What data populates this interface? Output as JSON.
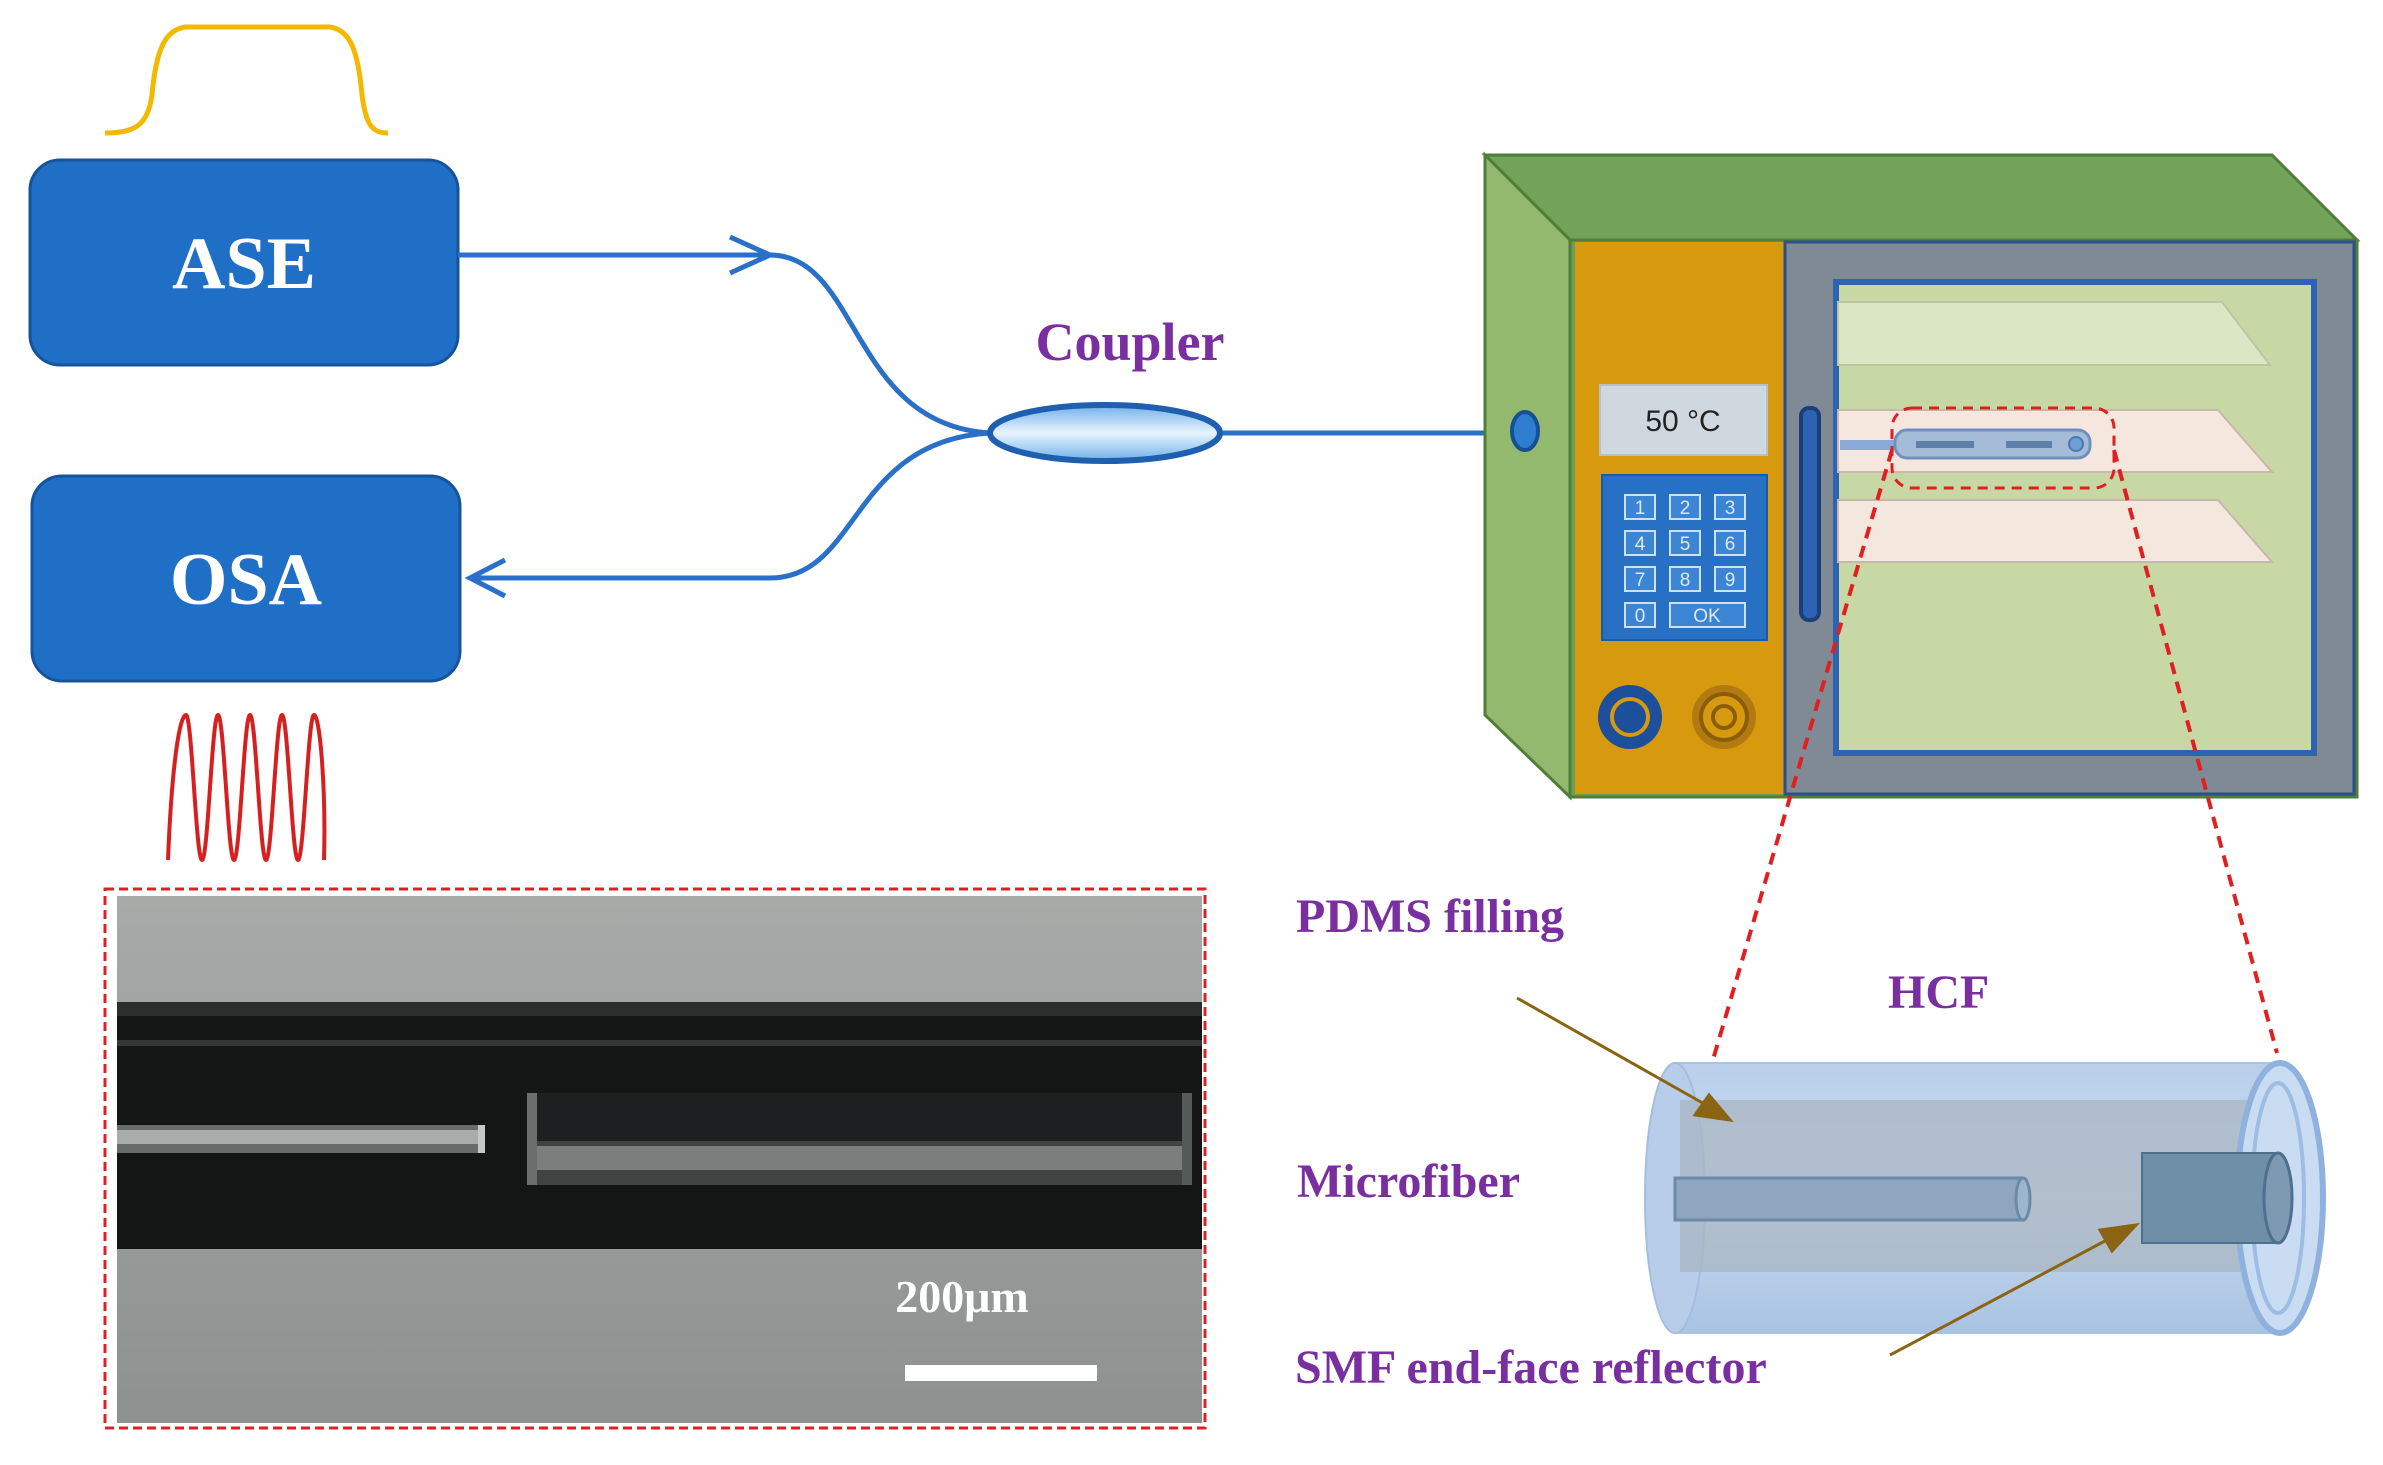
{
  "labels": {
    "ase": "ASE",
    "osa": "OSA",
    "coupler": "Coupler",
    "oven_display": "50 °C",
    "pdms": "PDMS filling",
    "hcf": "HCF",
    "microfiber": "Microfiber",
    "smf": "SMF end-face reflector",
    "scale": "200μm"
  },
  "keypad": {
    "keys": [
      "1",
      "2",
      "3",
      "4",
      "5",
      "6",
      "7",
      "8",
      "9",
      "0",
      "OK"
    ]
  },
  "colors": {
    "module_fill": "#1f6fc6",
    "fiber": "#2a70c8",
    "label_purple": "#7a2fa0",
    "ase_spectrum": "#f5b800",
    "osa_spectrum": "#d62020",
    "dashed_red": "#e02020",
    "oven_green": "#6f9e50",
    "oven_orange": "#d79a0e",
    "pointer_arrow": "#8a6412"
  },
  "icons": {
    "ase_spectrum": "flat-top-spectrum-icon",
    "osa_spectrum": "interference-fringes-icon",
    "oven": "temperature-chamber-icon"
  }
}
